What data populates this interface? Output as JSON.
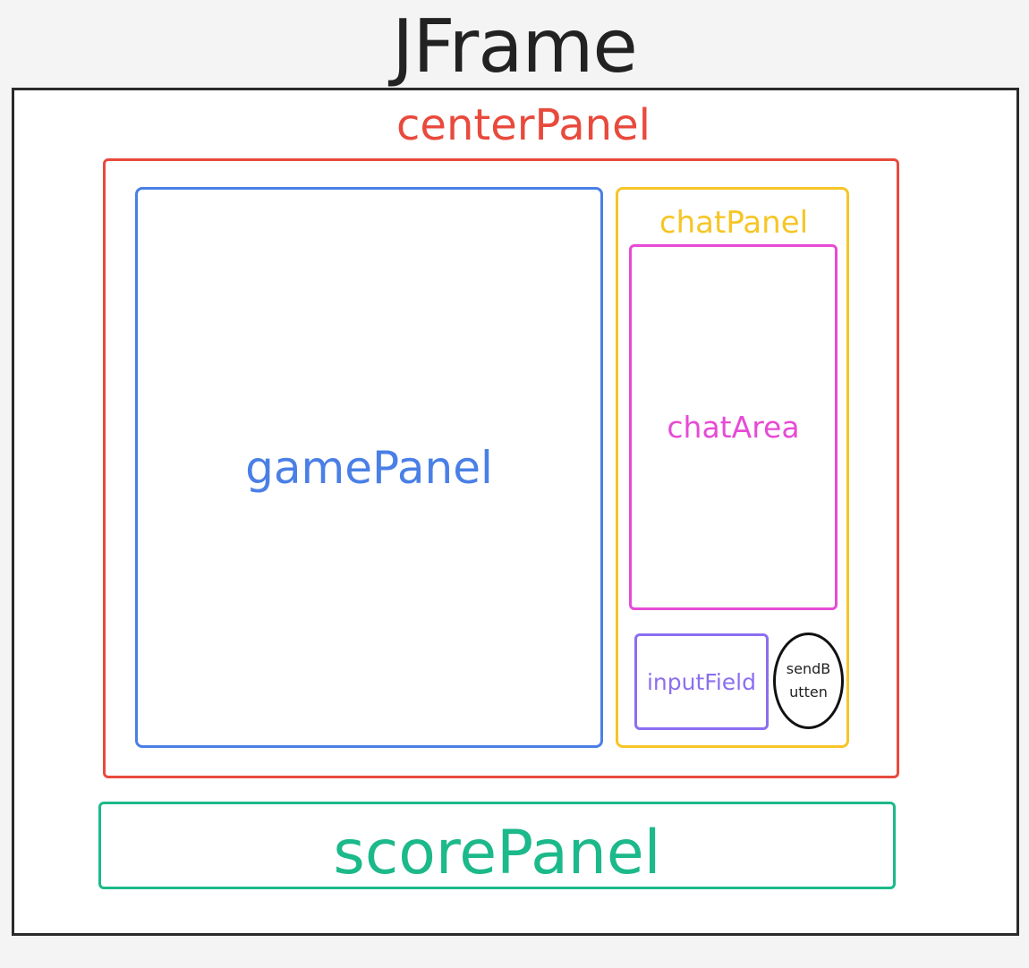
{
  "title": "JFrame",
  "colors": {
    "center": "#e84a3c",
    "game": "#4a7fe6",
    "chat": "#f6c527",
    "chat_area": "#e64bd6",
    "input": "#8b6ff0",
    "score": "#1cb98a"
  },
  "center_panel": {
    "label": "centerPanel"
  },
  "game_panel": {
    "label": "gamePanel"
  },
  "chat_panel": {
    "label": "chatPanel",
    "chat_area": {
      "label": "chatArea"
    },
    "input_field": {
      "label": "inputField"
    },
    "send_button": {
      "label": "sendB\nutten"
    }
  },
  "score_panel": {
    "label": "scorePanel"
  }
}
